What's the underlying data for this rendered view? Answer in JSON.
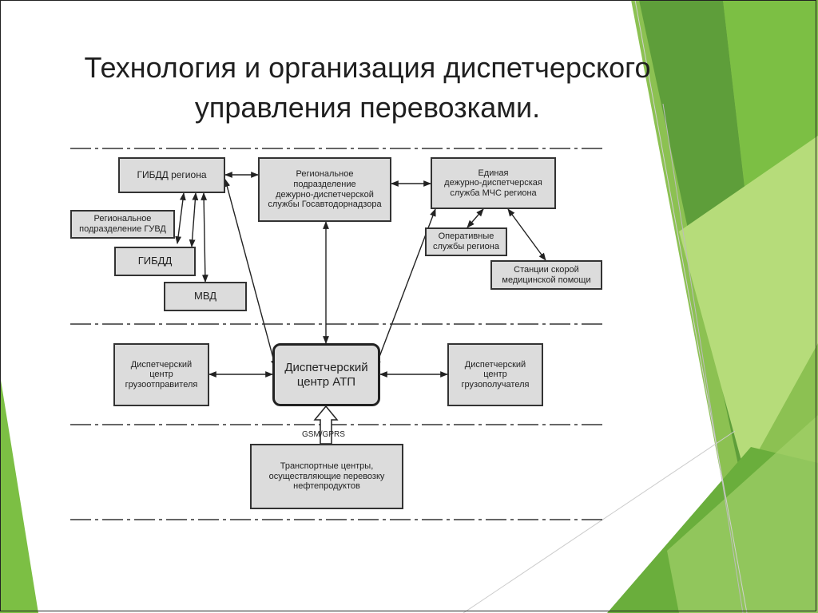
{
  "slide": {
    "title_line1": "Технология и организация диспетчерского",
    "title_line2": "управления перевозками."
  },
  "diagram": {
    "gibdd_region": "ГИБДД региона",
    "regional_gosavtodornadzor": "Региональное\nподразделение\nдежурно-диспетчерской\nслужбы Госавтодорнадзора",
    "edds_mchs": "Единая\nдежурно-диспетчерская\nслужба МЧС региона",
    "regional_guvd": "Региональное\nподразделение ГУВД",
    "gibdd": "ГИБДД",
    "mvd": "МВД",
    "operative_services": "Оперативные\nслужбы региона",
    "ambulance": "Станции скорой\nмедицинской помощи",
    "shipper_center": "Диспетчерский\nцентр\nгрузоотправителя",
    "atp_center": "Диспетчерский\nцентр АТП",
    "consignee_center": "Диспетчерский\nцентр\nгрузополучателя",
    "gsm_label": "GSM/GPRS",
    "transport_centers": "Транспортные центры,\nосуществляющие перевозку\nнефтепродуктов"
  },
  "colors": {
    "green_dark": "#5e9e3a",
    "green_mid": "#7cbf44",
    "green_light": "#b6dc7a",
    "box_fill": "#dcdcdc"
  }
}
